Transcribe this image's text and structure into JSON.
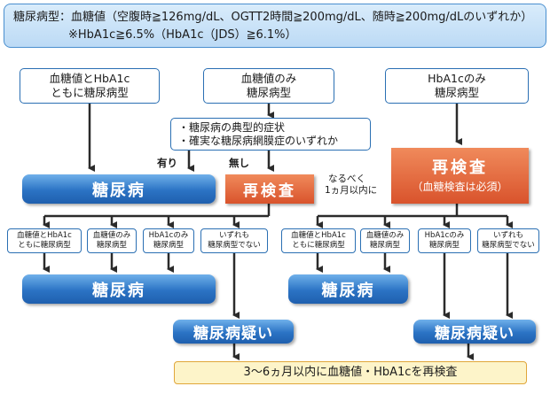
{
  "header": {
    "line1": "糖尿病型：血糖値（空腹時≧126mg/dL、OGTT2時間≧200mg/dL、随時≧200mg/dLのいずれか）",
    "line2": "※HbA1c≧6.5%（HbA1c（JDS）≧6.1%）"
  },
  "top": {
    "both_line1": "血糖値とHbA1c",
    "both_line2": "ともに糖尿病型",
    "glucose_line1": "血糖値のみ",
    "glucose_line2": "糖尿病型",
    "hba1c_line1": "HbA1cのみ",
    "hba1c_line2": "糖尿病型"
  },
  "symptoms": {
    "line1": "・糖尿病の典型的症状",
    "line2": "・確実な糖尿病網膜症のいずれか"
  },
  "labels": {
    "yes": "有り",
    "no": "無し",
    "soon_line1": "なるべく",
    "soon_line2": "1ヵ月以内に"
  },
  "diabetes_top": "糖尿病",
  "retest_small": "再検査",
  "retest_big": {
    "title": "再検査",
    "sub": "（血糖検査は必須）"
  },
  "left_results": {
    "both_1": "血糖値とHbA1c",
    "both_2": "ともに糖尿病型",
    "glucose_1": "血糖値のみ",
    "glucose_2": "糖尿病型",
    "hba1c_1": "HbA1cのみ",
    "hba1c_2": "糖尿病型",
    "neither_1": "いずれも",
    "neither_2": "糖尿病型でない"
  },
  "right_results": {
    "both_1": "血糖値とHbA1c",
    "both_2": "ともに糖尿病型",
    "glucose_1": "血糖値のみ",
    "glucose_2": "糖尿病型",
    "hba1c_1": "HbA1cのみ",
    "hba1c_2": "糖尿病型",
    "neither_1": "いずれも",
    "neither_2": "糖尿病型でない"
  },
  "diabetes_left": "糖尿病",
  "diabetes_right": "糖尿病",
  "suspect_left": "糖尿病疑い",
  "suspect_right": "糖尿病疑い",
  "final": "3〜6ヵ月以内に血糖値・HbA1cを再検査",
  "colors": {
    "line": "#2b2b2b",
    "blue_box": "#2b73c4",
    "red_box": "#d9532c",
    "header_bg": "#c9e2f8",
    "final_bg": "#fdf4c9"
  }
}
